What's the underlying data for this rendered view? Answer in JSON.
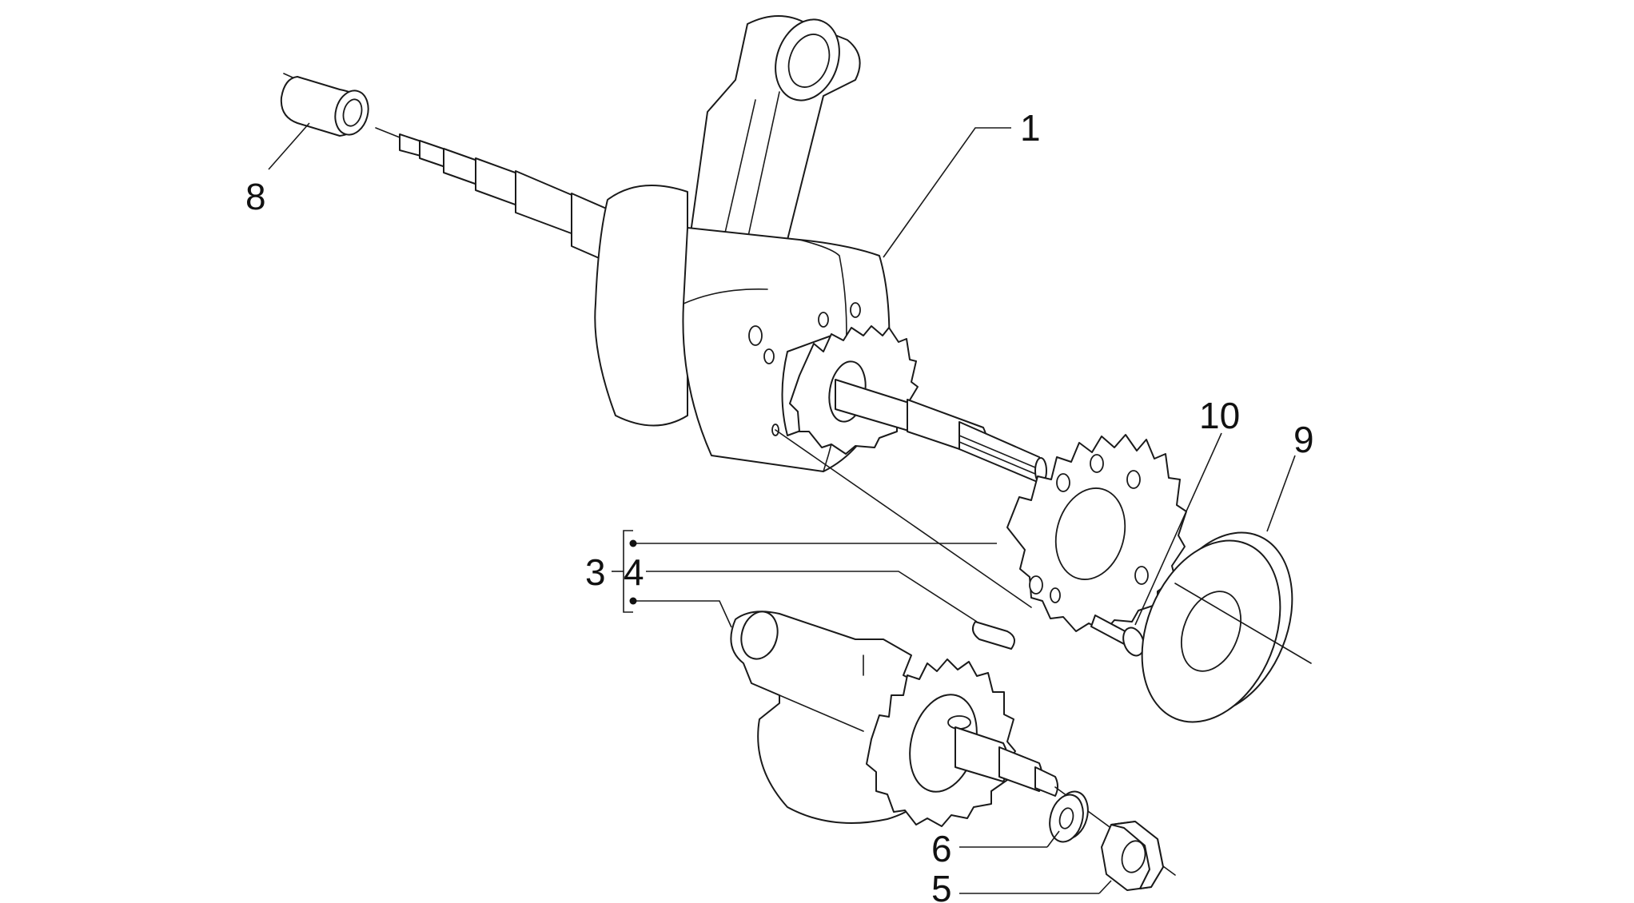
{
  "diagram": {
    "callouts": {
      "c1": "1",
      "c3": "3",
      "c4": "4",
      "c5": "5",
      "c6": "6",
      "c8": "8",
      "c9": "9",
      "c10": "10"
    }
  }
}
